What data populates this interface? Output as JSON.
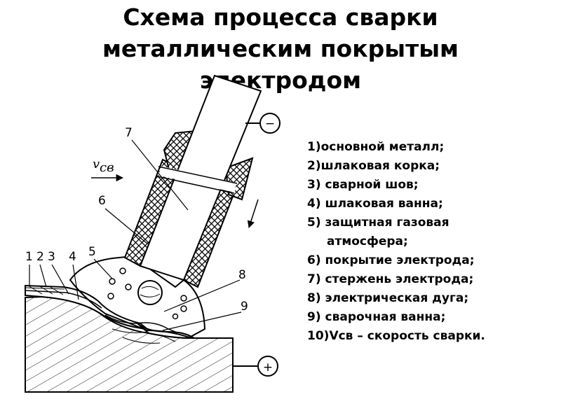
{
  "title": {
    "line1": "Схема процесса сварки",
    "line2": "металлическим покрытым",
    "line3": "электродом"
  },
  "diagram": {
    "minus_sign": "−",
    "plus_sign": "+",
    "velocity_symbol": "v",
    "velocity_subscript": "св",
    "labels": [
      "1",
      "2",
      "3",
      "4",
      "5",
      "6",
      "7",
      "8",
      "9"
    ]
  },
  "legend": [
    {
      "num": "1)",
      "text": "основной металл;"
    },
    {
      "num": "2)",
      "text": "шлаковая корка;"
    },
    {
      "num": "3)",
      "text": " сварной шов;"
    },
    {
      "num": "4)",
      "text": " шлаковая ванна;"
    },
    {
      "num": "5)",
      "text": " защитная газовая"
    },
    {
      "num": "",
      "text": "атмосфера;"
    },
    {
      "num": "6)",
      "text": " покрытие электрода;"
    },
    {
      "num": "7)",
      "text": " стержень электрода;"
    },
    {
      "num": "8)",
      "text": " электрическая дуга;"
    },
    {
      "num": "9)",
      "text": " сварочная ванна;"
    },
    {
      "num": "10)",
      "text": "Vсв – скорость сварки."
    }
  ]
}
